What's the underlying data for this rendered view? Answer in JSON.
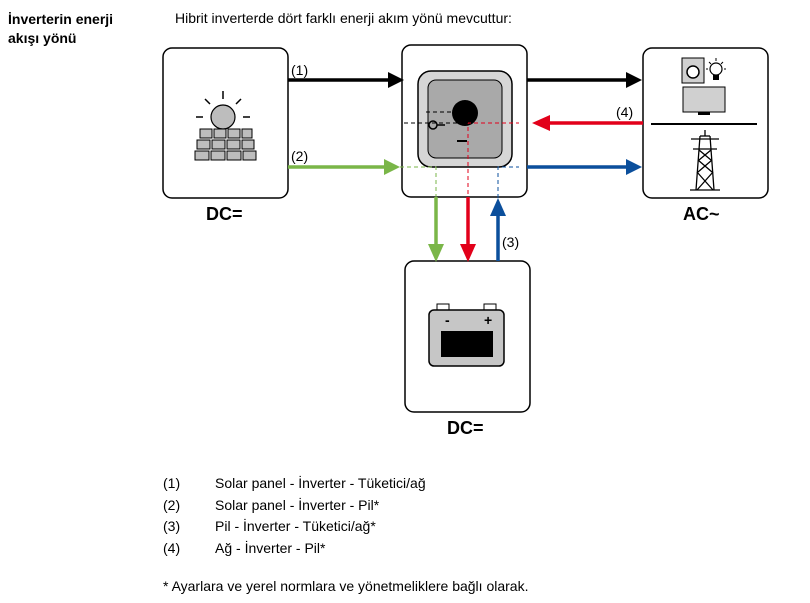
{
  "sidebar": {
    "title": "İnverterin enerji akışı yönü"
  },
  "intro": "Hibrit inverterde dört farklı enerji akım yönü mevcuttur:",
  "diagram": {
    "flow_labels": [
      "(1)",
      "(2)",
      "(3)",
      "(4)"
    ],
    "solar_label": "DC=",
    "grid_label": "AC~",
    "battery_label": "DC=",
    "battery_minus": "-",
    "battery_plus": "+",
    "colors": {
      "flow1": "#000000",
      "flow2": "#7ab648",
      "flow3": "#0b4f9c",
      "flow4": "#e2001a"
    },
    "icons": [
      "solar-panel-icon",
      "inverter-icon",
      "washing-machine-icon",
      "light-bulb-icon",
      "tv-icon",
      "power-pylon-icon",
      "battery-icon"
    ]
  },
  "legend": [
    {
      "num": "(1)",
      "text": "Solar panel - İnverter - Tüketici/ağ"
    },
    {
      "num": "(2)",
      "text": "Solar panel - İnverter - Pil*"
    },
    {
      "num": "(3)",
      "text": "Pil - İnverter - Tüketici/ağ*"
    },
    {
      "num": "(4)",
      "text": "Ağ - İnverter - Pil*"
    }
  ],
  "footnote": "* Ayarlara ve yerel normlara ve yönetmeliklere bağlı olarak."
}
